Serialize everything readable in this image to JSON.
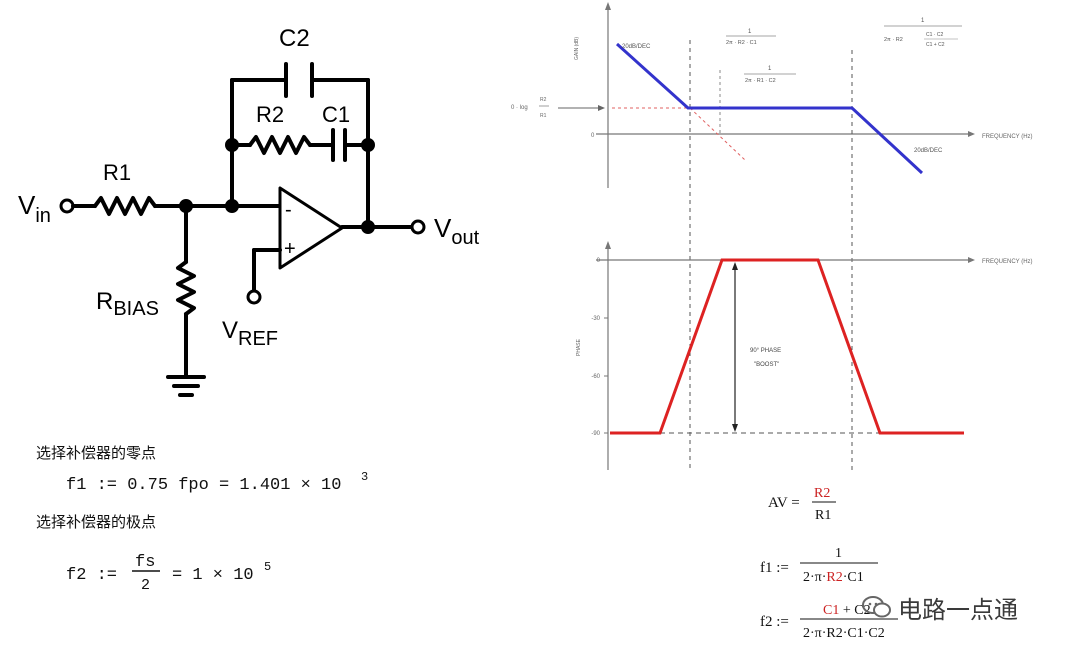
{
  "circuit": {
    "v_in": {
      "main": "V",
      "sub": "in"
    },
    "v_out": {
      "main": "V",
      "sub": "out"
    },
    "v_ref": {
      "main": "V",
      "sub": "REF"
    },
    "r_bias": {
      "main": "R",
      "sub": "BIAS"
    },
    "r1": "R1",
    "r2": "R2",
    "c1": "C1",
    "c2": "C2",
    "opamp_minus": "-",
    "opamp_plus": "+"
  },
  "formulas_left": {
    "zero_heading": "选择补偿器的零点",
    "f1_line": "f1 := 0.75 fpo = 1.401 × 10",
    "f1_exp": "3",
    "pole_heading": "选择补偿器的极点",
    "f2_lhs": "f2 :=",
    "f2_num": "fs",
    "f2_den": "2",
    "f2_rhs": "= 1 × 10",
    "f2_exp": "5"
  },
  "gain_plot": {
    "y_axis_label": "GAIN (dB)",
    "x_axis_label": "FREQUENCY (Hz)",
    "slope_left": "20dB/DEC",
    "slope_right": "20dB/DEC",
    "y_tick_zero": "0",
    "mid_level_label": "0 · log",
    "mid_level_frac_num": "R2",
    "mid_level_frac_den": "R1",
    "ann1_num": "1",
    "ann1_den": "2π · R2 · C1",
    "ann2_num": "1",
    "ann2_den": "2π · R1 · C2",
    "ann3_num": "1",
    "ann3_den_a": "2π · R2",
    "ann3_inner_num": "C1 · C2",
    "ann3_inner_den": "C1 + C2",
    "line_color": "#3333cc"
  },
  "phase_plot": {
    "y_axis_label": "PHASE",
    "x_axis_label": "FREQUENCY (Hz)",
    "y_ticks": [
      "0",
      "-30",
      "-60",
      "-90"
    ],
    "boost_label_1": "90° PHASE",
    "boost_label_2": "\"BOOST\"",
    "line_color": "#dd2222"
  },
  "formulas_right": {
    "av_lhs": "AV =",
    "av_num": "R2",
    "av_den": "R1",
    "f1_lhs": "f1 :=",
    "f1_num": "1",
    "f1_den_a": "2·π·",
    "f1_den_b": "R2",
    "f1_den_c": "·C1",
    "f2_lhs": "f2 :=",
    "f2_num_a": "C1",
    "f2_num_b": " + C2",
    "f2_den": "2·π·R2·C1·C2",
    "highlight_color": "#cc2222"
  },
  "watermark": {
    "text": "电路一点通"
  }
}
